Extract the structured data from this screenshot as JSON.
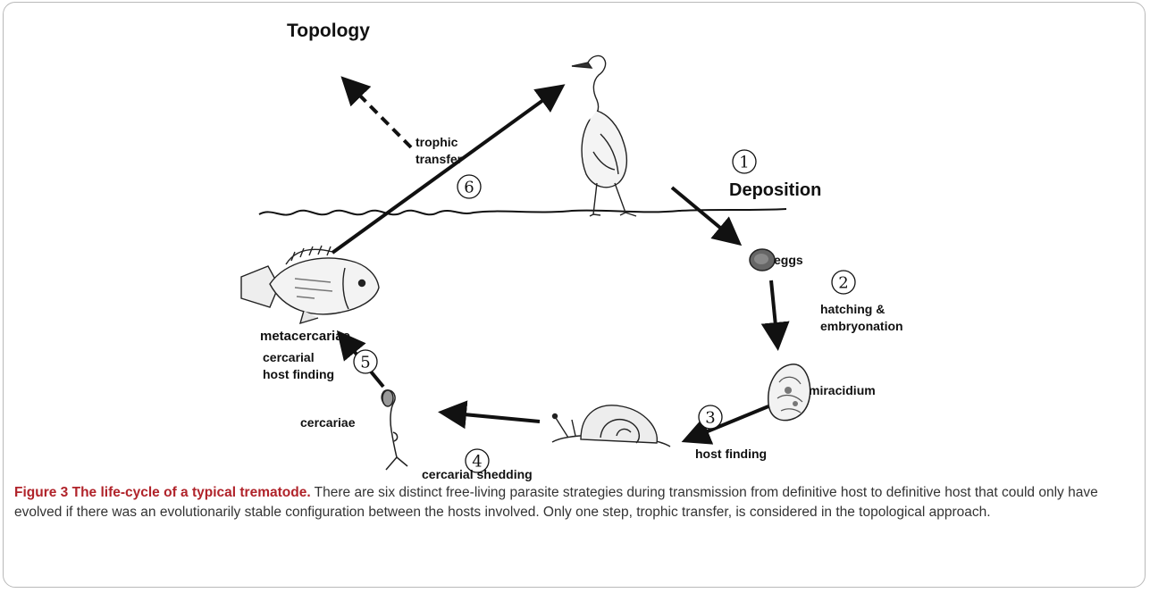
{
  "labels": {
    "topology": "Topology",
    "trophic_transfer_1": "trophic",
    "trophic_transfer_2": "transfer",
    "deposition": "Deposition",
    "eggs": "eggs",
    "hatching_1": "hatching &",
    "hatching_2": "embryonation",
    "miracidium": "miracidium",
    "host_finding": "host finding",
    "cercarial_shedding": "cercarial shedding",
    "cercariae": "cercariae",
    "cercarial_host_finding_1": "cercarial",
    "cercarial_host_finding_2": "host finding",
    "metacercariae": "metacercariae"
  },
  "steps": [
    "1",
    "2",
    "3",
    "4",
    "5",
    "6"
  ],
  "caption": {
    "title": "Figure 3 The life-cycle of a typical trematode.",
    "text": " There are six distinct free-living parasite strategies during transmission from definitive host to definitive host that could only have evolved if there was an evolutionarily stable configuration between the hosts involved. Only one step, trophic transfer, is considered in the topological approach."
  },
  "colors": {
    "caption_title": "#b0232a",
    "frame_border": "#b9b9b9"
  }
}
